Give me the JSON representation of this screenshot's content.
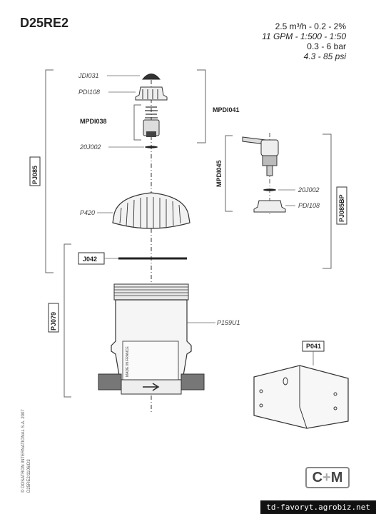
{
  "title": "D25RE2",
  "specs": {
    "line1": "2.5 m³/h  -  0.2  -  2%",
    "line2": "11 GPM - 1:500 - 1:50",
    "line3": "0.3  -  6 bar",
    "line4": "4.3 - 85 psi"
  },
  "parts": {
    "jdi031": "JDI031",
    "pdi108_top": "PDI108",
    "mpdi038": "MPDI038",
    "j002_top": "20J002",
    "mpdi041": "MPDI041",
    "mpdi045": "MPDI045",
    "j002_right": "20J002",
    "pdi108_right": "PDI108",
    "pj085": "PJ085",
    "pj085bp": "PJ085BP",
    "p420": "P420",
    "j042": "J042",
    "pj079": "PJ079",
    "p159u1": "P159U1",
    "p041": "P041",
    "made_in_france": "MADE IN FRANCE"
  },
  "copyright": {
    "line1": "© DOSATRON INTERNATIONAL S.A. 2007",
    "line2": "D25RE2/1106/D3"
  },
  "logo": {
    "left": "C",
    "plus": "+",
    "right": "M"
  },
  "watermark": "td-favoryt.agrobiz.net"
}
